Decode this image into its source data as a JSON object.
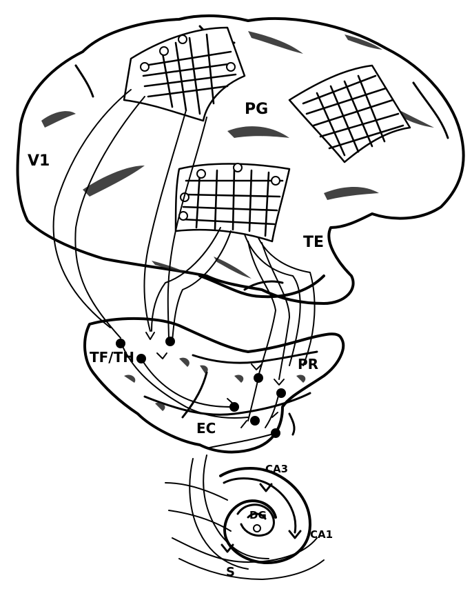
{
  "labels": {
    "v1": "V1",
    "pg": "PG",
    "te": "TE",
    "tf_th": "TF/TH",
    "pr": "PR",
    "ec": "EC",
    "ca3": "CA3",
    "dg": "DG",
    "ca1": "CA1",
    "s": "S"
  },
  "colors": {
    "ink": "#000000",
    "paper": "#ffffff"
  }
}
